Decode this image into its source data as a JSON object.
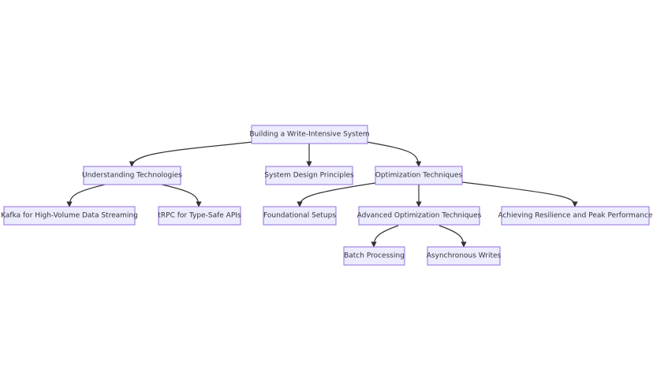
{
  "diagram": {
    "type": "flowchart-tree",
    "colors": {
      "node_fill": "#ECECFF",
      "node_stroke": "#9370DB",
      "edge": "#333333",
      "text": "#333333"
    },
    "nodes": {
      "root": "Building a Write-Intensive System",
      "tech": "Understanding Technologies",
      "design": "System Design Principles",
      "opt": "Optimization Techniques",
      "kafka": "Kafka for High-Volume Data Streaming",
      "trpc": "tRPC for Type-Safe APIs",
      "found": "Foundational Setups",
      "adv": "Advanced Optimization Techniques",
      "resil": "Achieving Resilience and Peak Performance",
      "batch": "Batch Processing",
      "async": "Asynchronous Writes"
    },
    "edges": [
      [
        "root",
        "tech"
      ],
      [
        "root",
        "design"
      ],
      [
        "root",
        "opt"
      ],
      [
        "tech",
        "kafka"
      ],
      [
        "tech",
        "trpc"
      ],
      [
        "opt",
        "found"
      ],
      [
        "opt",
        "adv"
      ],
      [
        "opt",
        "resil"
      ],
      [
        "adv",
        "batch"
      ],
      [
        "adv",
        "async"
      ]
    ]
  }
}
